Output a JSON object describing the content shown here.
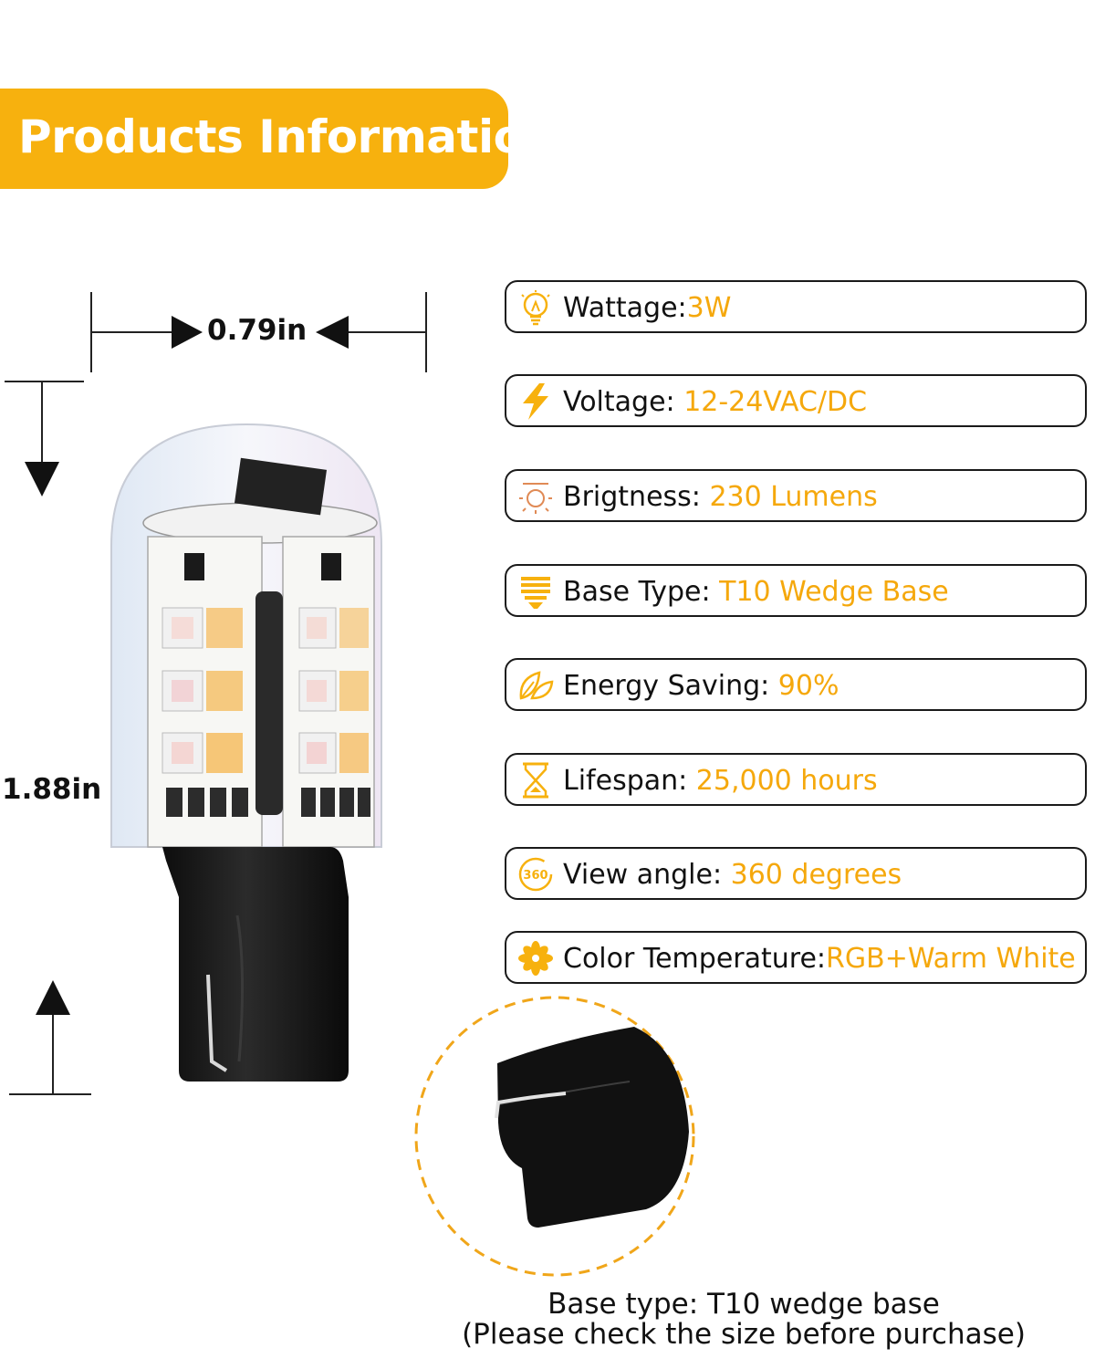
{
  "title": "Products Information",
  "dimensions": {
    "width": "0.79in",
    "height": "1.88in"
  },
  "specs": [
    {
      "icon": "bulb-icon",
      "label": "Wattage:",
      "value": "3W"
    },
    {
      "icon": "lightning-icon",
      "label": "Voltage: ",
      "value": "12-24VAC/DC"
    },
    {
      "icon": "brightness-icon",
      "label": "Brigtness: ",
      "value": "230 Lumens"
    },
    {
      "icon": "base-stack-icon",
      "label": "Base Type: ",
      "value": "T10 Wedge Base"
    },
    {
      "icon": "leaf-icon",
      "label": "Energy Saving: ",
      "value": "90%"
    },
    {
      "icon": "hourglass-icon",
      "label": "Lifespan: ",
      "value": "25,000 hours"
    },
    {
      "icon": "view-360-icon",
      "label": "View angle: ",
      "value": "360 degrees",
      "icon_text": "360"
    },
    {
      "icon": "flower-icon",
      "label": "Color Temperature:",
      "value": "RGB+Warm White"
    }
  ],
  "caption": {
    "line1": "Base type: T10 wedge base",
    "line2": "(Please check the size before purchase)"
  },
  "colors": {
    "accent": "#f7b10e",
    "value_text": "#f5a80c",
    "text": "#111111"
  }
}
